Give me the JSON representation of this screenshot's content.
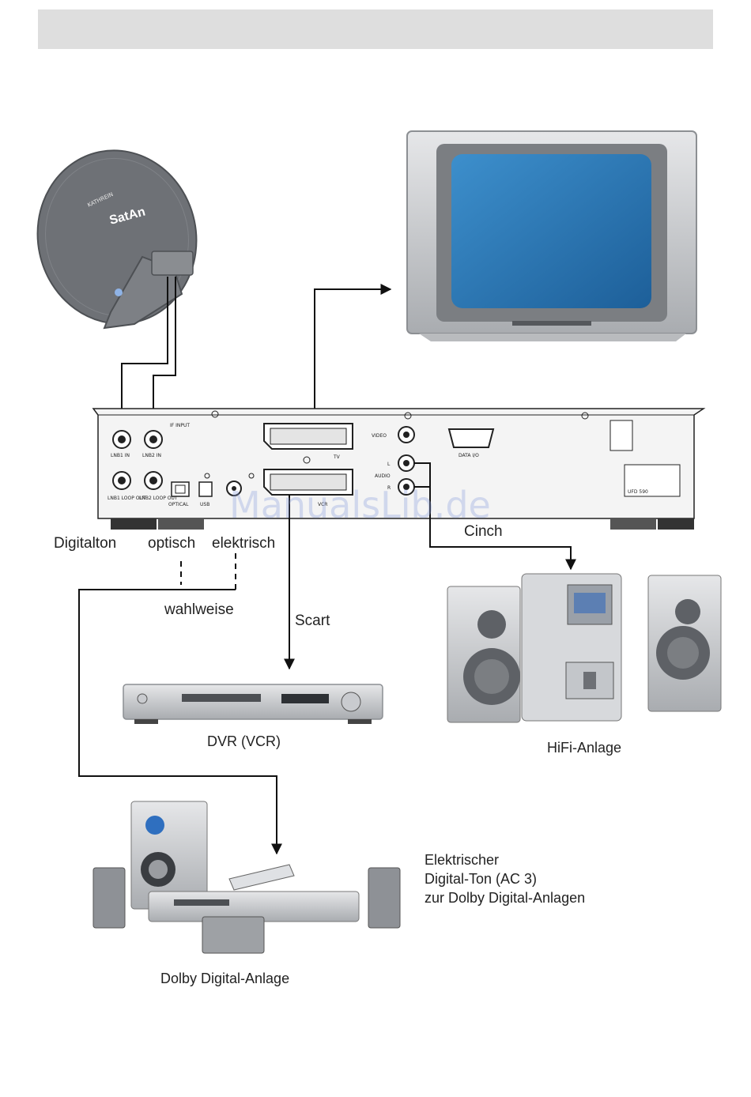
{
  "colors": {
    "line": "#111111",
    "device_silver": "#c8cacd",
    "device_dark": "#6b6e73",
    "tv_screen": "#2b77b6",
    "speaker_blue": "#2f6fbf",
    "watermark": "#a8b8e6"
  },
  "dish": {
    "brand": "SatAn",
    "maker": "KATHREIN"
  },
  "receiver": {
    "ports": {
      "lnb1_in": "LNB1 IN",
      "lnb2_in": "LNB2 IN",
      "lnb1_loop": "LNB1 LOOP OUT",
      "lnb2_loop": "LNB2 LOOP OUT",
      "optical": "OPTICAL",
      "usb": "USB",
      "video": "VIDEO",
      "audio": "AUDIO",
      "audio_l": "L",
      "audio_r": "R",
      "data": "DATA I/O",
      "tv_scart": "TV",
      "vcr_scart": "VCR",
      "if_input": "IF INPUT",
      "model": "UFD 590"
    }
  },
  "labels": {
    "digitalton": "Digitalton",
    "optisch": "optisch",
    "elektrisch": "elektrisch",
    "cinch": "Cinch",
    "wahlweise": "wahlweise",
    "scart": "Scart"
  },
  "captions": {
    "dvr": "DVR (VCR)",
    "hifi": "HiFi-Anlage",
    "dolby": "Dolby Digital-Anlage",
    "elektrischer_line1": "Elektrischer",
    "elektrischer_line2": "Digital-Ton (AC 3)",
    "elektrischer_line3": "zur Dolby Digital-Anlagen"
  },
  "watermark": "ManualsLib.de"
}
